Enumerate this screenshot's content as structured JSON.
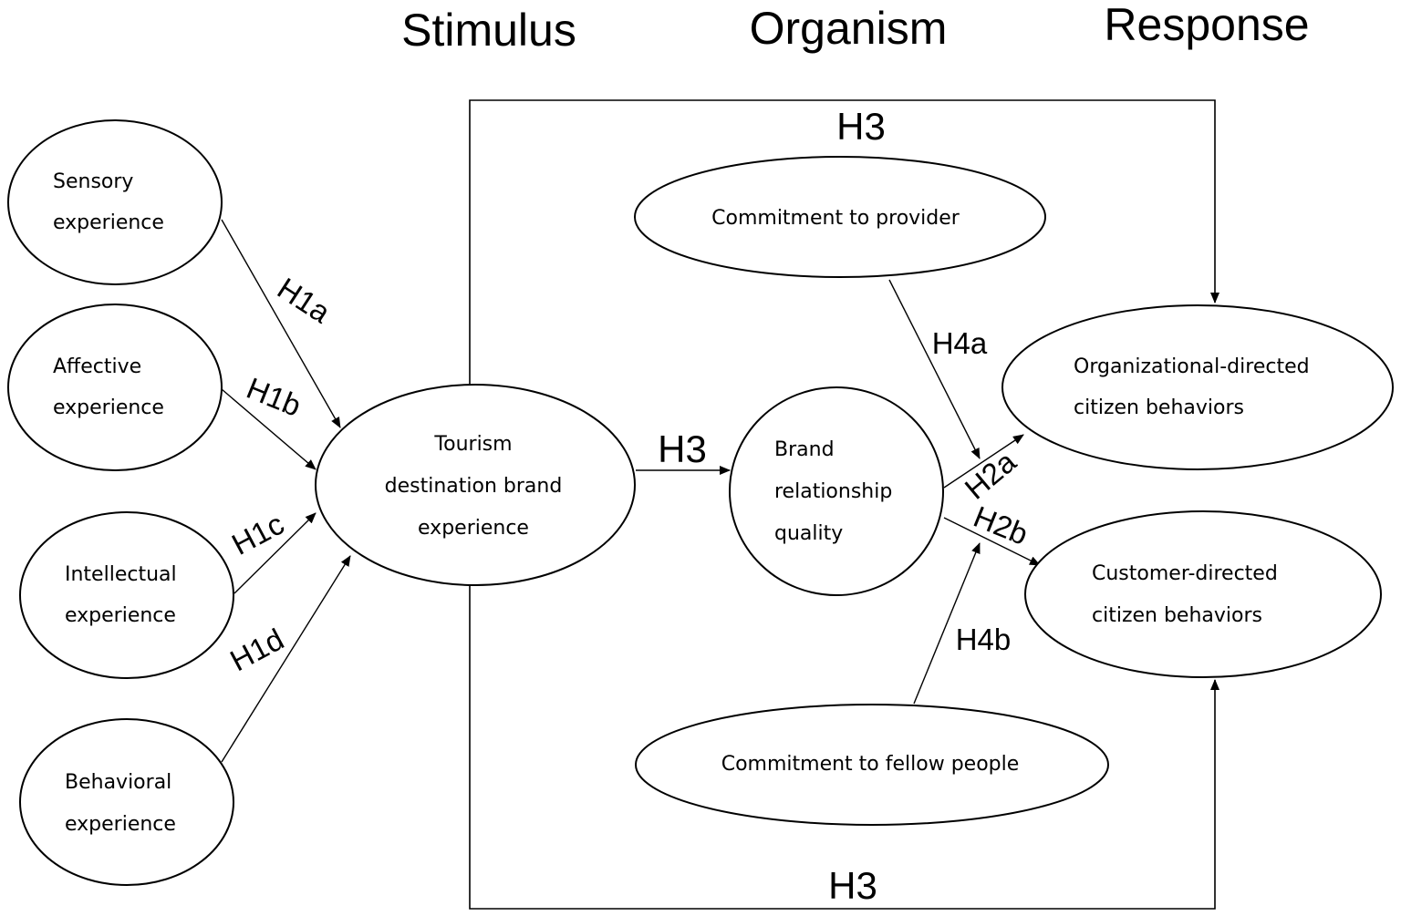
{
  "headers": {
    "stimulus": "Stimulus",
    "organism": "Organism",
    "response": "Response"
  },
  "nodes": {
    "sensory": [
      "Sensory",
      "experience"
    ],
    "affective": [
      "Affective",
      "experience"
    ],
    "intellectual": [
      "Intellectual",
      "experience"
    ],
    "behavioral": [
      "Behavioral",
      "experience"
    ],
    "tourism": [
      "Tourism",
      "destination brand",
      "experience"
    ],
    "brand_quality": [
      "Brand",
      "relationship",
      "quality"
    ],
    "commitment_provider": [
      "Commitment to provider"
    ],
    "commitment_fellow": [
      "Commitment to fellow people"
    ],
    "org_directed": [
      "Organizational-directed",
      "citizen behaviors"
    ],
    "cust_directed": [
      "Customer-directed",
      "citizen behaviors"
    ]
  },
  "hypotheses": {
    "h1a": "H1a",
    "h1b": "H1b",
    "h1c": "H1c",
    "h1d": "H1d",
    "h2a": "H2a",
    "h2b": "H2b",
    "h3_top": "H3",
    "h3_mid": "H3",
    "h3_bottom": "H3",
    "h4a": "H4a",
    "h4b": "H4b"
  }
}
